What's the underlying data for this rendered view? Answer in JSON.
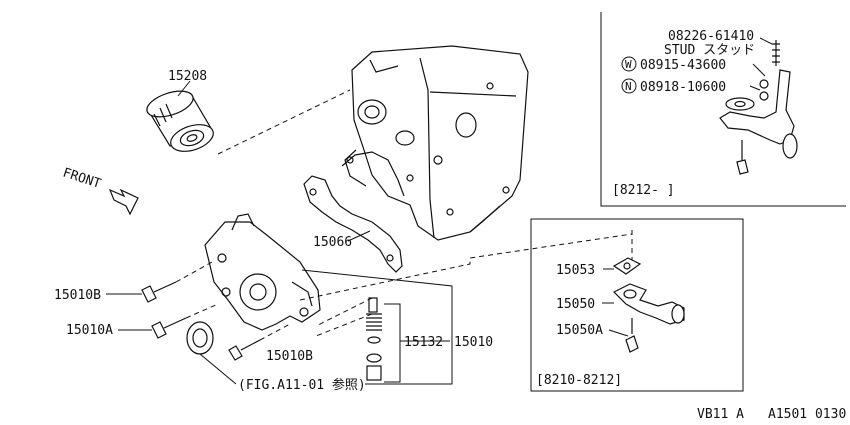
{
  "labels": {
    "oil_filter": "15208",
    "gasket": "15066",
    "front": "FRONT",
    "bolt_upper": "15010B",
    "bolt_mid": "15010A",
    "bolt_lower": "15010B",
    "relief_valve": "15132",
    "oil_pump": "15010",
    "fig_ref": "(FIG.A11-01 参照)",
    "strainer_gasket": "15053",
    "strainer": "15050",
    "strainer_bolt": "15050A",
    "box_lower_range": "[8210-8212]",
    "stud_part": "08226-61410",
    "stud_text": "STUD スタッド",
    "washer_part": "08915-43600",
    "washer_mark": "W",
    "nut_part": "08918-10600",
    "nut_mark": "N",
    "box_upper_range": "[8212-  ]",
    "footer_left": "VB11 A",
    "footer_right": "A1501 0130"
  }
}
